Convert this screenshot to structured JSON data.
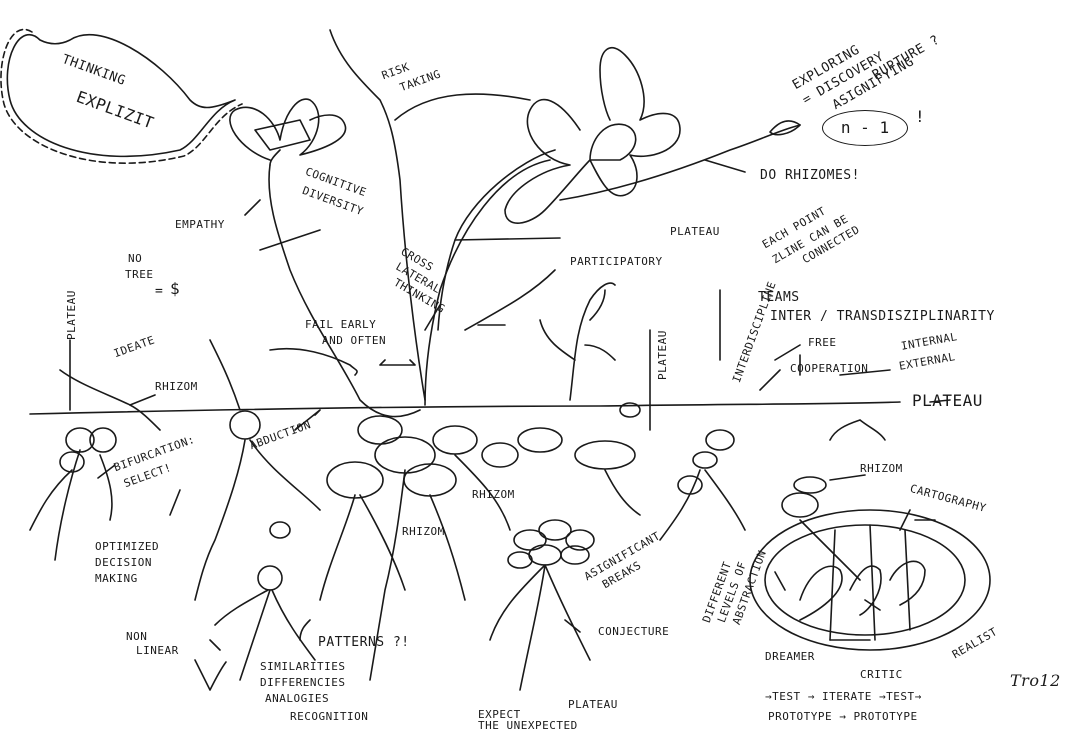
{
  "labels": {
    "thinking": "THINKING",
    "explicit": "EXPLIZIT",
    "risk_taking_1": "RISK",
    "risk_taking_2": "TAKING",
    "exploring_1": "EXPLORING",
    "exploring_2": "= DISCOVERY",
    "exploring_3": "ASIGNIFYING",
    "exploring_4": "RUPTURE ?",
    "n_minus_1": "n - 1",
    "exclaim": "!",
    "do_rhizomes": "DO RHIZOMES!",
    "cognitive_1": "COGNITIVE",
    "cognitive_2": "DIVERSITY",
    "empathy": "EMPATHY",
    "plateau_mid": "PLATEAU",
    "each_point_1": "EACH POINT",
    "each_point_2": "ZLINE CAN BE",
    "each_point_3": "CONNECTED",
    "no_tree_1": "NO",
    "no_tree_2": "TREE",
    "no_tree_3": "=",
    "dollar": "$",
    "cross_1": "CROSS",
    "cross_2": "LATERAL",
    "cross_3": "THINKING",
    "participatory": "PARTICIPATORY",
    "plateau_left": "PLATEAU",
    "fail_1": "FAIL EARLY",
    "fail_2": "AND OFTEN",
    "teams": "TEAMS",
    "inter_trans": "INTER / TRANSDISZIPLINARITY",
    "free": "FREE",
    "interdisciplinary": "INTERDISCIPLINE",
    "plateau_vert": "PLATEAU",
    "internal": "INTERNAL",
    "external": "EXTERNAL",
    "cooperation": "COOPERATION",
    "ideate": "IDEATE",
    "rhizom_1": "RHIZOM",
    "plateau_right": "PLATEAU",
    "abduction": "ABDUCTION",
    "bifurcation_1": "BIFURCATION:",
    "bifurcation_2": "SELECT!",
    "rhizom_2": "RHIZOM",
    "rhizom_3": "RHIZOM",
    "rhizom_4": "RHIZOM",
    "cartography": "CARTOGRAPHY",
    "optimized_1": "OPTIMIZED",
    "optimized_2": "DECISION",
    "optimized_3": "MAKING",
    "asignificant_1": "ASIGNIFICANT",
    "asignificant_2": "BREAKS",
    "different_1": "DIFFERENT",
    "different_2": "LEVELS OF",
    "different_3": "ABSTRACTION",
    "conjecture": "CONJECTURE",
    "non_linear_1": "NON",
    "non_linear_2": "LINEAR",
    "patterns": "PATTERNS ?!",
    "similarities": "SIMILARITIES",
    "differencies": "DIFFERENCIES",
    "analogies": "ANALOGIES",
    "recognition": "RECOGNITION",
    "dreamer": "DREAMER",
    "critic": "CRITIC",
    "realist": "REALIST",
    "expect_1": "EXPECT",
    "expect_2": "THE UNEXPECTED",
    "plateau_bottom": "PLATEAU",
    "test_line": "→TEST → ITERATE →TEST→",
    "prototype_line": "PROTOTYPE → PROTOTYPE",
    "signature": "Tro12"
  }
}
